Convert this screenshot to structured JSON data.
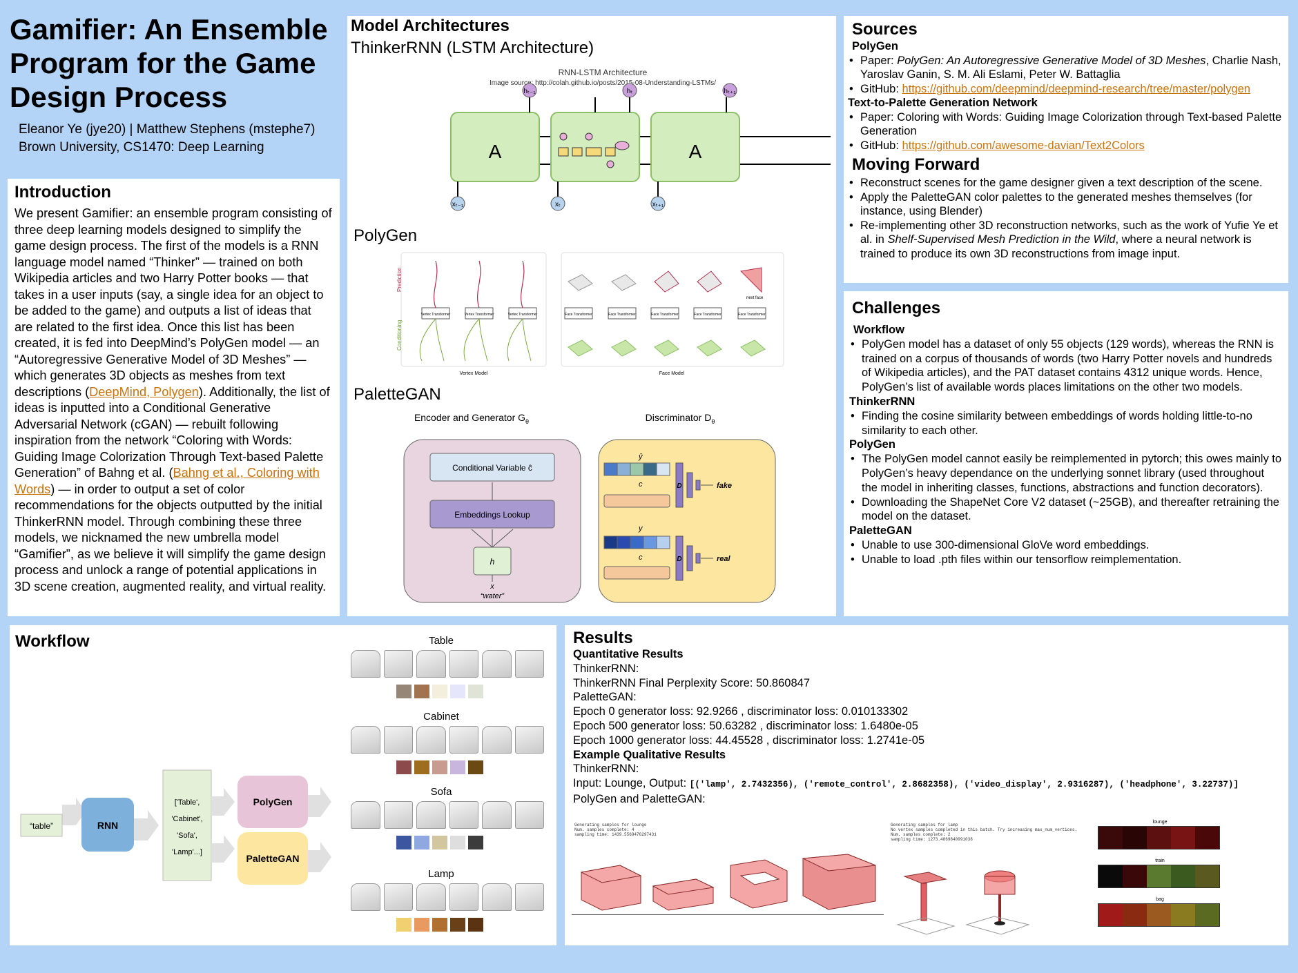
{
  "header": {
    "title": "Gamifier: An Ensemble Program for the Game Design Process",
    "authors": "Eleanor Ye (jye20) | Matthew Stephens (mstephe7)",
    "affiliation": "Brown University, CS1470: Deep Learning"
  },
  "introduction": {
    "heading": "Introduction",
    "p1": "We present Gamifier: an ensemble program consisting of three deep learning models designed to simplify the game design process. The first of the models is a RNN language model named “Thinker” — trained on both Wikipedia articles and two Harry Potter books — that takes in a user inputs (say, a single idea for an object to be added to the game) and outputs a list of ideas that are related to the first idea. Once this list has been created, it is fed into DeepMind’s PolyGen model — an “Autoregressive Generative Model of 3D Meshes” — which generates 3D objects as meshes from text descriptions (",
    "link1": "DeepMind, Polygen",
    "p2": "). Additionally, the list of ideas is inputted into a Conditional Generative Adversarial Network (cGAN) — rebuilt following inspiration from the network “Coloring with Words: Guiding Image Colorization Through Text-based Palette Generation” of Bahng et al. (",
    "link2": "Bahng et al., Coloring with Words",
    "p3": ") — in order to output a set of color recommendations for the objects outputted by the initial ThinkerRNN model.  Through combining these three models, we nicknamed the new umbrella model “Gamifier”, as we believe it will simplify the game design process and unlock a range of potential applications in 3D scene creation, augmented reality, and virtual reality."
  },
  "architectures": {
    "heading": "Model Architectures",
    "thinker_title": "ThinkerRNN (LSTM Architecture)",
    "lstm_title": "RNN-LSTM Architecture",
    "lstm_source": "Image source: http://colah.github.io/posts/2015-08-Understanding-LSTMs/",
    "cell_label": "A",
    "h_prev": "hₜ₋₁",
    "h_cur": "hₜ",
    "h_next": "hₜ₊₁",
    "x_prev": "xₜ₋₁",
    "x_cur": "xₜ",
    "x_next": "xₜ₊₁",
    "polygen_title": "PolyGen",
    "prediction": "Prediction",
    "conditioning": "Conditioning",
    "vertex_transformer": "Vertex Transformer",
    "face_transformer": "Face Transformer",
    "next_face": "next face",
    "vertex_model": "Vertex Model",
    "face_model": "Face Model",
    "palettegan_title": "PaletteGAN",
    "encoder_title": "Encoder and Generator G",
    "discriminator_title": "Discriminator D",
    "theta": "θ",
    "cond_var": "Conditional Variable ĉ",
    "embeddings": "Embeddings Lookup",
    "h_box": "h",
    "x_label": "x",
    "water": "“water”",
    "y_hat": "ŷ",
    "y": "y",
    "c": "c",
    "d_label": "D",
    "fake": "fake",
    "real": "real"
  },
  "sources": {
    "heading": "Sources",
    "polygen_heading": "PolyGen",
    "paper_prefix": "Paper: ",
    "polygen_paper_title": "PolyGen: An Autoregressive Generative Model of 3D Meshes",
    "polygen_authors": ", Charlie Nash, Yaroslav Ganin, S. M. Ali Eslami, Peter W. Battaglia",
    "github_prefix": "GitHub: ",
    "polygen_github": "https://github.com/deepmind/deepmind-research/tree/master/polygen",
    "t2p_heading": "Text-to-Palette Generation Network",
    "t2p_paper": "Paper: Coloring with Words: Guiding Image Colorization through Text-based Palette Generation",
    "t2p_github": "https://github.com/awesome-davian/Text2Colors"
  },
  "moving_forward": {
    "heading": "Moving Forward",
    "item1": "Reconstruct scenes for the game designer given a text description of the scene.",
    "item2": "Apply the PaletteGAN color palettes to the generated meshes themselves (for instance, using Blender)",
    "item3_a": "Re-implementing other 3D reconstruction networks, such as the work of Yufie Ye et al. in ",
    "item3_em": "Shelf-Supervised Mesh Prediction in the Wild",
    "item3_b": ", where a neural network is trained to produce its own 3D reconstructions from image input."
  },
  "challenges": {
    "heading": "Challenges",
    "workflow_heading": "Workflow",
    "workflow_item": "PolyGen model has a dataset of only 55 objects (129 words), whereas the RNN is trained on a corpus of thousands of words (two Harry Potter novels and hundreds of Wikipedia articles), and the PAT dataset contains 4312 unique words. Hence, PolyGen’s list of available words places limitations on the other two models.",
    "thinker_heading": "ThinkerRNN",
    "thinker_item": "Finding the cosine similarity between embeddings of words holding little-to-no similarity to each other.",
    "polygen_heading": "PolyGen",
    "polygen_item1": "The PolyGen model cannot easily be reimplemented in pytorch; this owes mainly to PolyGen’s heavy dependance on the underlying sonnet library (used throughout the model in inheriting classes, functions, abstractions and function decorators).",
    "polygen_item2": "Downloading the ShapeNet Core V2 dataset (~25GB), and thereafter retraining the model on the dataset.",
    "palettegan_heading": "PaletteGAN",
    "palettegan_item1": "Unable to use 300-dimensional GloVe word embeddings.",
    "palettegan_item2": "Unable to load .pth files within our tensorflow reimplementation."
  },
  "workflow": {
    "heading": "Workflow",
    "input": "“table”",
    "rnn": "RNN",
    "list": [
      "['Table',",
      "'Cabinet',",
      "'Sofa',",
      "'Lamp'...]"
    ],
    "polygen": "PolyGen",
    "palettegan": "PaletteGAN",
    "categories": [
      {
        "name": "Table",
        "colors": [
          "#968677",
          "#a07450",
          "#f4efdc",
          "#e6e6fb",
          "#e0e4d6"
        ]
      },
      {
        "name": "Cabinet",
        "colors": [
          "#8c4a4a",
          "#9c6e1e",
          "#c89a90",
          "#c8b6de",
          "#6a4a10"
        ]
      },
      {
        "name": "Sofa",
        "colors": [
          "#3c56a0",
          "#90a8e0",
          "#d2c6a0",
          "#dedede",
          "#3c3c3c"
        ]
      },
      {
        "name": "Lamp",
        "colors": [
          "#f0d070",
          "#e89a60",
          "#b07030",
          "#6a4018",
          "#5a3412"
        ]
      }
    ]
  },
  "results": {
    "heading": "Results",
    "quant_heading": "Quantitative Results",
    "thinker": "ThinkerRNN:",
    "perplexity": "ThinkerRNN Final Perplexity Score: 50.860847",
    "palettegan": "PaletteGAN:",
    "epoch0": "Epoch 0 generator loss: 92.9266 , discriminator loss: 0.010133302",
    "epoch500": "Epoch 500 generator loss: 50.63282 , discriminator loss: 1.6480e-05",
    "epoch1000": "Epoch 1000 generator loss: 44.45528 , discriminator loss: 1.2741e-05",
    "qual_heading": "Example Qualitative Results",
    "thinker2": "ThinkerRNN:",
    "input_output": "Input: Lounge, Output: ",
    "output_code": "[('lamp', 2.7432356), ('remote_control', 2.8682358), ('video_display', 2.9316287), ('headphone', 3.22737)]",
    "polygen_palette": "PolyGen and PaletteGAN:",
    "lounge_log": [
      "Generating samples for lounge",
      "Num. samples complete: 4",
      "sampling time: 1439.5569476297431"
    ],
    "lamp_log": [
      "Generating samples for lamp",
      "No vertex samples completed in this batch. Try increasing max_num_vertices.",
      "Num. samples complete: 2",
      "sampling time: 1273.4869840991038"
    ],
    "palettes": [
      {
        "label": "lounge",
        "colors": [
          "#3a0a0a",
          "#2a0505",
          "#5c1010",
          "#781414",
          "#4a0808"
        ]
      },
      {
        "label": "train",
        "colors": [
          "#0a0a0a",
          "#3a0808",
          "#5a7a30",
          "#3a5a20",
          "#5a5a20"
        ]
      },
      {
        "label": "bag",
        "colors": [
          "#a01a1a",
          "#8a2a10",
          "#9a5a20",
          "#8a7a20",
          "#5a6a20"
        ]
      }
    ]
  }
}
